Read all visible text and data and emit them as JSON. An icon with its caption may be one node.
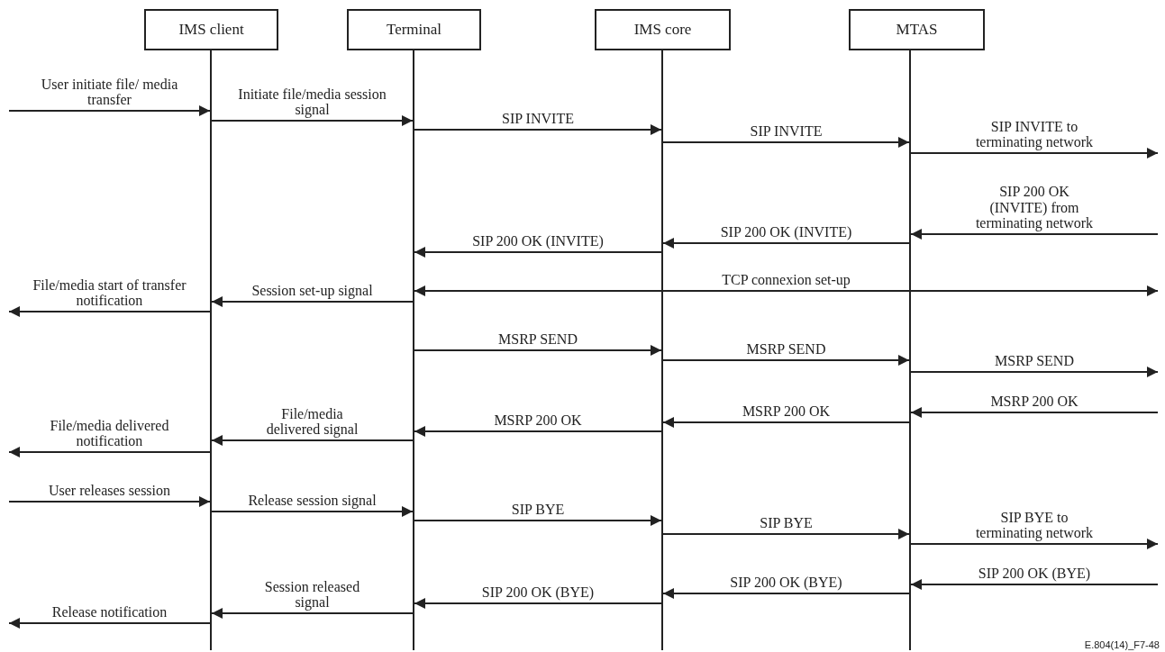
{
  "diagram": {
    "nodes": [
      {
        "text": [
          "IMS client"
        ]
      },
      {
        "text": [
          "Terminal"
        ]
      },
      {
        "text": [
          "IMS core"
        ]
      },
      {
        "text": [
          "MTAS"
        ]
      },
      {
        "text": [],
        "shape": "bar"
      },
      {
        "text": [],
        "shape": "bar"
      },
      {
        "text": [],
        "shape": "bar"
      },
      {
        "text": [],
        "shape": "bar"
      }
    ],
    "edges": [
      {
        "from": null,
        "to": 4,
        "arrow": "to",
        "label": "User initiate file/ media transfer"
      },
      {
        "from": 4,
        "to": 5,
        "arrow": "to",
        "label": "Initiate file/media session signal"
      },
      {
        "from": 5,
        "to": 6,
        "arrow": "to",
        "label": "SIP INVITE"
      },
      {
        "from": 6,
        "to": 7,
        "arrow": "to",
        "label": "SIP INVITE"
      },
      {
        "from": 7,
        "to": null,
        "arrow": "to",
        "label": "SIP INVITE to terminating network"
      },
      {
        "from": null,
        "to": 7,
        "arrow": "to",
        "label": "SIP 200 OK (INVITE) from terminating network"
      },
      {
        "from": 7,
        "to": 6,
        "arrow": "to",
        "label": "SIP 200 OK (INVITE)"
      },
      {
        "from": 6,
        "to": 5,
        "arrow": "to",
        "label": "SIP 200 OK (INVITE)"
      },
      {
        "from": 5,
        "to": null,
        "arrow": "both",
        "label": "TCP connexion set-up"
      },
      {
        "from": 5,
        "to": 4,
        "arrow": "to",
        "label": "Session set-up signal"
      },
      {
        "from": 4,
        "to": null,
        "arrow": "to",
        "label": "File/media start of transfer notification"
      },
      {
        "from": 5,
        "to": 6,
        "arrow": "to",
        "label": "MSRP SEND"
      },
      {
        "from": 6,
        "to": 7,
        "arrow": "to",
        "label": "MSRP SEND"
      },
      {
        "from": 7,
        "to": null,
        "arrow": "to",
        "label": "MSRP SEND"
      },
      {
        "from": null,
        "to": 7,
        "arrow": "to",
        "label": "MSRP 200 OK"
      },
      {
        "from": 7,
        "to": 6,
        "arrow": "to",
        "label": "MSRP 200 OK"
      },
      {
        "from": 6,
        "to": 5,
        "arrow": "to",
        "label": "MSRP 200 OK"
      },
      {
        "from": 5,
        "to": 4,
        "arrow": "to",
        "label": "File/media delivered signal"
      },
      {
        "from": 4,
        "to": null,
        "arrow": "to",
        "label": "File/media delivered notification"
      },
      {
        "from": null,
        "to": 4,
        "arrow": "to",
        "label": "User releases session"
      },
      {
        "from": 4,
        "to": 5,
        "arrow": "to",
        "label": "Release session signal"
      },
      {
        "from": 5,
        "to": 6,
        "arrow": "to",
        "label": "SIP BYE"
      },
      {
        "from": 6,
        "to": 7,
        "arrow": "to",
        "label": "SIP BYE"
      },
      {
        "from": 7,
        "to": null,
        "arrow": "to",
        "label": "SIP BYE to terminating network"
      },
      {
        "from": null,
        "to": 7,
        "arrow": "to",
        "label": "SIP 200 OK (BYE)"
      },
      {
        "from": 7,
        "to": 6,
        "arrow": "to",
        "label": "SIP 200 OK (BYE)"
      },
      {
        "from": 6,
        "to": 5,
        "arrow": "to",
        "label": "SIP 200 OK (BYE)"
      },
      {
        "from": 5,
        "to": 4,
        "arrow": "to",
        "label": "Session released signal"
      },
      {
        "from": 4,
        "to": null,
        "arrow": "to",
        "label": "Release notification"
      }
    ],
    "labels": [
      "E.804(14)_F7-48"
    ]
  }
}
